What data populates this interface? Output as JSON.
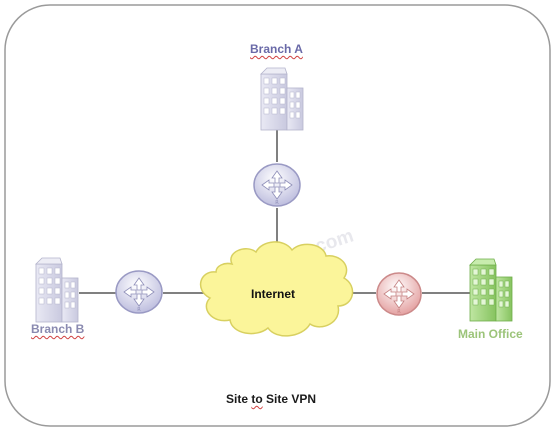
{
  "diagram": {
    "watermark": "ipcisco.com",
    "caption": {
      "before": "Site ",
      "squiggled": "to",
      "after": " Site VPN"
    },
    "nodes": {
      "branch_a": {
        "label": "Branch A",
        "label_color": "#6a6aa8"
      },
      "branch_b": {
        "label": "Branch B",
        "label_color": "#8a8ab0"
      },
      "main_office": {
        "label": "Main Office",
        "label_color": "#9cc47a"
      },
      "internet": {
        "label": "Internet"
      }
    },
    "colors": {
      "frame": "#9a9a9a",
      "link": "#808080",
      "router_blue": "#cfcfe8",
      "router_red": "#e8b8b8",
      "cloud_fill": "#fbf59a",
      "cloud_stroke": "#d8d060",
      "building_blue": "#dadaea",
      "building_green": "#9fd27c"
    },
    "icons": {
      "router": "router-icon",
      "building": "building-icon",
      "cloud": "cloud-icon"
    }
  }
}
